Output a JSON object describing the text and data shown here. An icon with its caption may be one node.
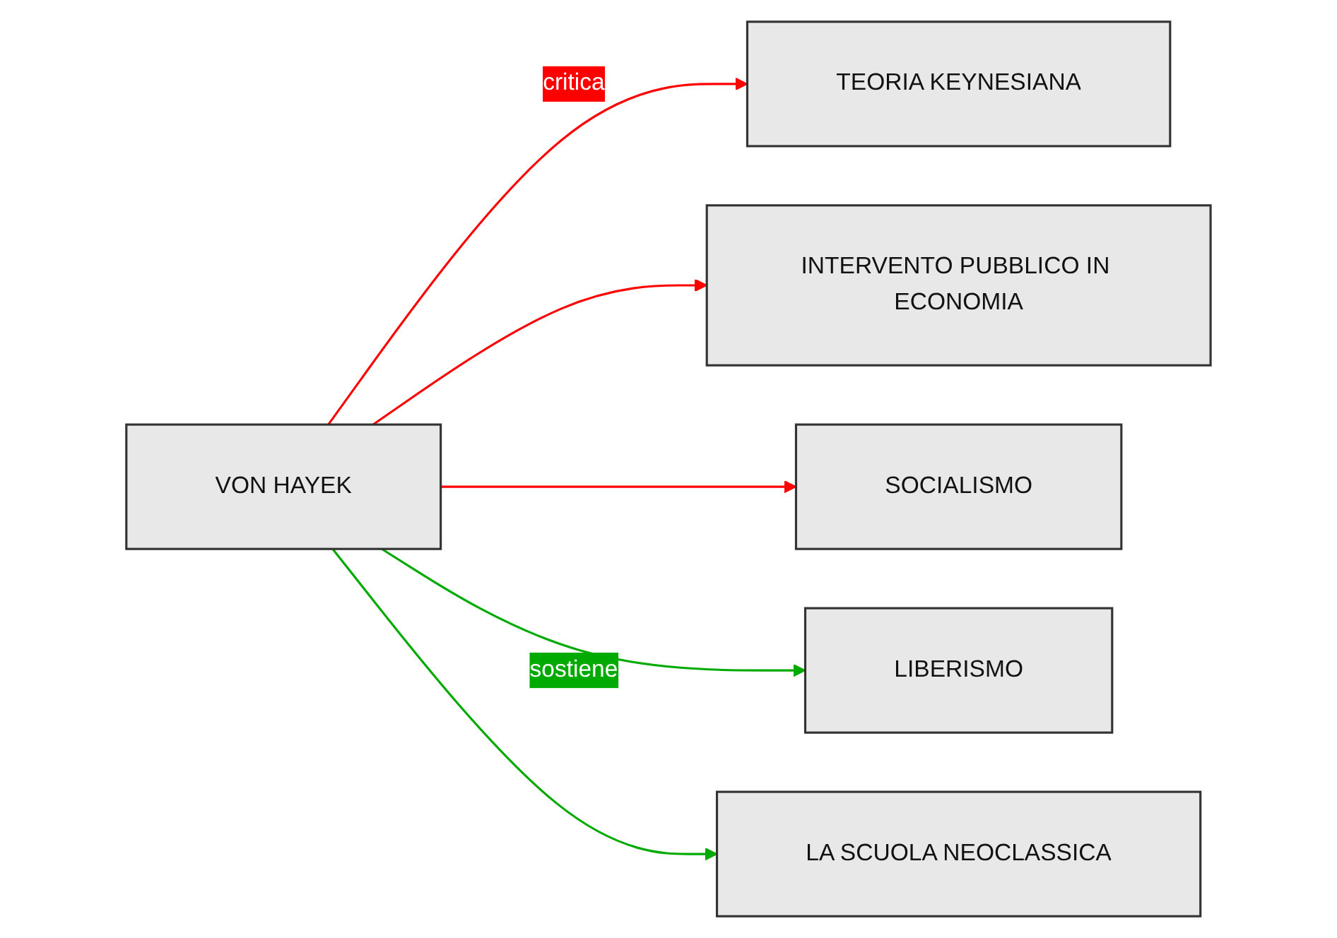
{
  "diagram": {
    "nodes": [
      {
        "text": [
          "VON HAYEK"
        ]
      },
      {
        "text": [
          "TEORIA KEYNESIANA"
        ]
      },
      {
        "text": [
          "INTERVENTO PUBBLICO IN ECONOMIA"
        ]
      },
      {
        "text": [
          "LIBERISMO"
        ]
      },
      {
        "text": [
          "SOCIALISMO"
        ]
      },
      {
        "text": [
          "LA SCUOLA NEOCLASSICA"
        ]
      }
    ],
    "edges": [
      {
        "from": 0,
        "to": 1,
        "arrow": "to",
        "label": "critica",
        "color": "#ff0000"
      },
      {
        "from": 0,
        "to": 2,
        "arrow": "to",
        "color": "#ff0000"
      },
      {
        "from": 0,
        "to": 4,
        "arrow": "to",
        "color": "#ff0000"
      },
      {
        "from": 0,
        "to": 3,
        "arrow": "to",
        "label": "sostiene",
        "color": "#00aa00"
      },
      {
        "from": 0,
        "to": 5,
        "arrow": "to",
        "color": "#00aa00"
      }
    ]
  }
}
